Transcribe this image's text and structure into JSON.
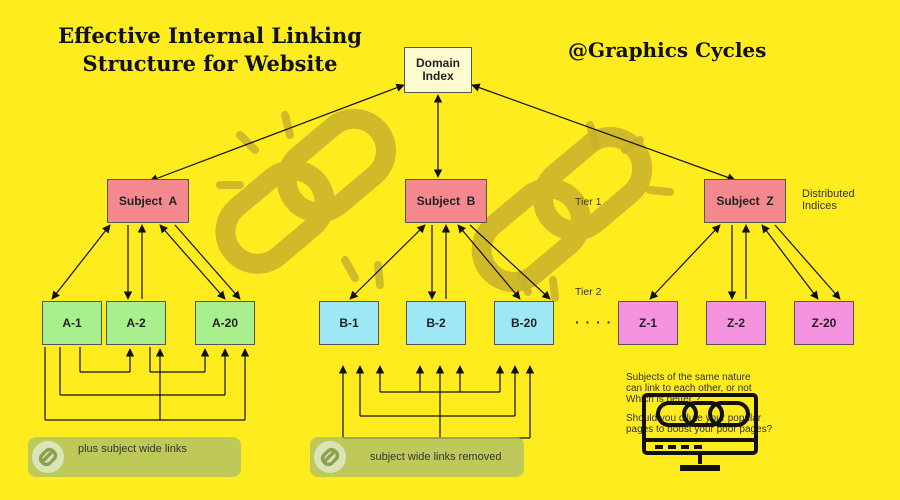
{
  "header": {
    "title_line1": "Effective Internal Linking",
    "title_line2": "Structure for  Website",
    "brand": "@Graphics Cycles"
  },
  "diagram": {
    "root": "Domain Index",
    "subjects": [
      "Subject  A",
      "Subject  B",
      "Subject  Z"
    ],
    "leaves_a": [
      "A-1",
      "A-2",
      "A-20"
    ],
    "leaves_b": [
      "B-1",
      "B-2",
      "B-20"
    ],
    "leaves_z": [
      "Z-1",
      "Z-2",
      "Z-20"
    ],
    "ellipsis": "· · · ·",
    "tier1": "Tier 1",
    "tier2": "Tier 2",
    "distributed_line1": "Distributed",
    "distributed_line2": "Indices"
  },
  "notes": {
    "q1_line1": "Subjects of the same nature",
    "q1_line2": "can link to each other, or not",
    "q1_line3": "Which is better ?",
    "q2_line1": "Should you dilute your popular",
    "q2_line2": "pages to boost your poor pages?"
  },
  "captions": {
    "left": "plus subject wide links",
    "middle": "subject wide links removed"
  },
  "colors": {
    "background": "#ffec1f",
    "subject": "#f3898f",
    "tier_a": "#a8f08d",
    "tier_b": "#9ee8f6",
    "tier_z": "#f693e0",
    "domain": "#fffbd0"
  },
  "icons": [
    "chain-link-icon",
    "computer-monitor-link-icon"
  ]
}
